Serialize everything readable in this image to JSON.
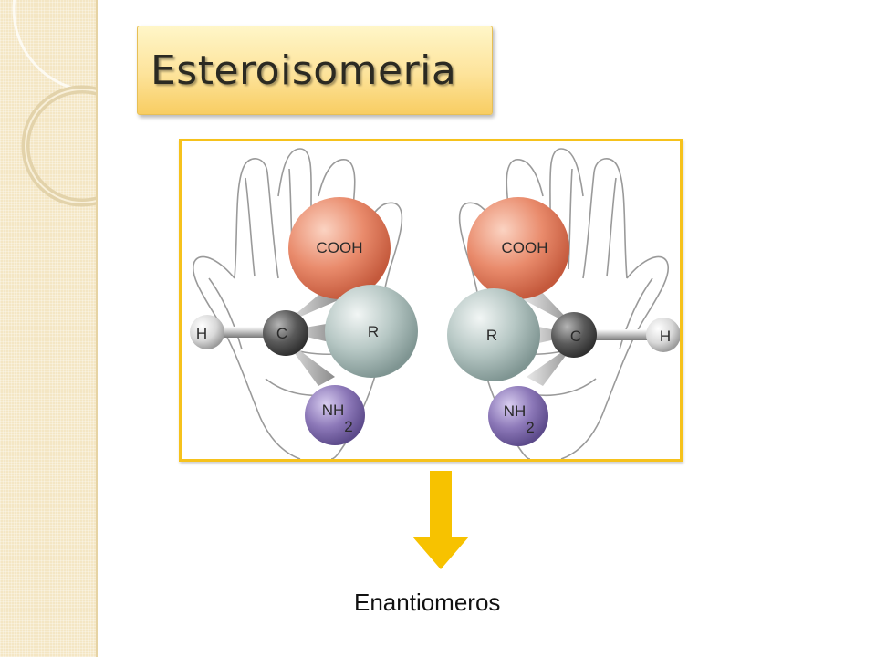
{
  "slide": {
    "title": "Esteroisomeria",
    "caption": "Enantiomeros"
  },
  "figure": {
    "left_molecule": {
      "top_group": "COOH",
      "center_atom": "C",
      "right_group": "R",
      "left_group": "H",
      "bottom_group": "NH",
      "bottom_subscript": "2"
    },
    "right_molecule": {
      "top_group": "COOH",
      "center_atom": "C",
      "left_group": "R",
      "right_group": "H",
      "bottom_group": "NH",
      "bottom_subscript": "2"
    }
  },
  "colors": {
    "title_box_fill": "#fde39a",
    "frame_border": "#f6c21c",
    "arrow": "#f7c200",
    "cooh_atom": "#e98b6c",
    "r_atom": "#b6c7c4",
    "nh2_atom": "#8c78b8",
    "c_atom": "#5a5a5a",
    "h_atom": "#d8d8d8"
  }
}
